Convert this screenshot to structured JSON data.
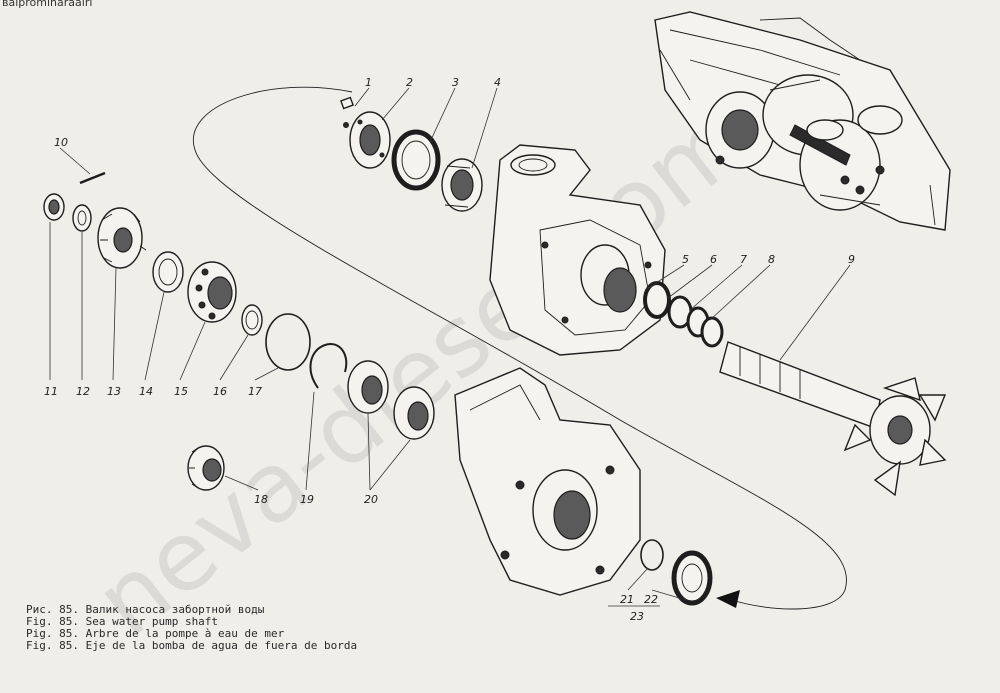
{
  "header": {
    "url_fragment": "ваlprominaraalrl"
  },
  "watermark": {
    "text": "neva-diesel.com"
  },
  "caption": {
    "lines": [
      "Рис. 85. Валик насоса забортной воды",
      "Fig. 85. Sea water pump shaft",
      "Pig. 85. Arbre de la pompe à eau de mer",
      "Fig. 85. Eje de la bomba de agua de fuera de borda"
    ]
  },
  "callouts": {
    "n1": "1",
    "n2": "2",
    "n3": "3",
    "n4": "4",
    "n5": "5",
    "n6": "6",
    "n7": "7",
    "n8": "8",
    "n9": "9",
    "n10": "10",
    "n11": "11",
    "n12": "12",
    "n13": "13",
    "n14": "14",
    "n15": "15",
    "n16": "16",
    "n17": "17",
    "n18": "18",
    "n19": "19",
    "n20": "20",
    "n21": "21",
    "n22": "22",
    "n23": "23"
  }
}
